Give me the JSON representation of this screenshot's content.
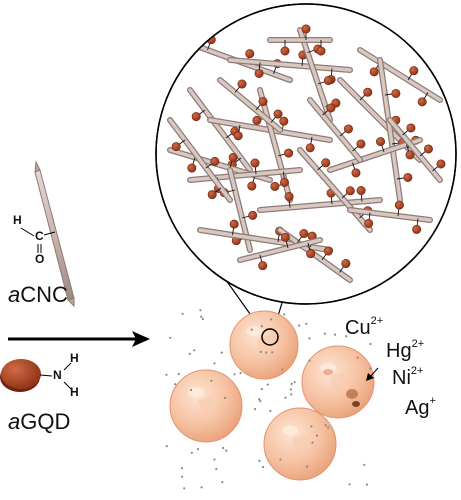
{
  "labels": {
    "acnc_prefix": "a",
    "acnc_rest": "CNC",
    "agqd_prefix": "a",
    "agqd_rest": "GQD",
    "aldehyde_h": "H",
    "aldehyde_c": "C",
    "aldehyde_o": "O",
    "amine_n": "N",
    "amine_h1": "H",
    "amine_h2": "H"
  },
  "ions": [
    {
      "symbol": "Cu",
      "charge": "2+"
    },
    {
      "symbol": "Hg",
      "charge": "2+"
    },
    {
      "symbol": "Ni",
      "charge": "2+"
    },
    {
      "symbol": "Ag",
      "charge": "+"
    }
  ],
  "colors": {
    "nanocrystal": "#c9b4ae",
    "nanocrystal_edge": "#8f7a74",
    "quantum_dot": "#a8401f",
    "quantum_dot_edge": "#6e2410",
    "bead_light": "#fbd6bd",
    "bead_mid": "#f4b894",
    "bead_dark": "#e89a72",
    "ion_dot": "#888888",
    "line": "#000000"
  }
}
